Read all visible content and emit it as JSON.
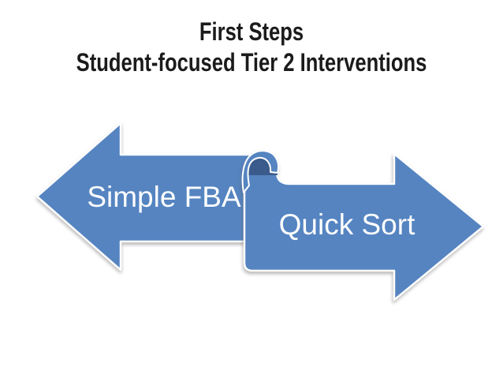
{
  "title": {
    "line1": "First Steps",
    "line2": "Student-focused Tier 2 Interventions"
  },
  "diagram": {
    "left_arrow": {
      "label": "Simple FBA",
      "direction": "left"
    },
    "right_arrow": {
      "label": "Quick Sort",
      "direction": "right",
      "decoration": "page-curl-tail"
    }
  },
  "colors": {
    "arrow_fill": "#5584c1",
    "curl_shadow": "#3a5b8c",
    "label_text": "#fdfdfd",
    "title_text": "#1b1b1b",
    "background": "#ffffff"
  }
}
